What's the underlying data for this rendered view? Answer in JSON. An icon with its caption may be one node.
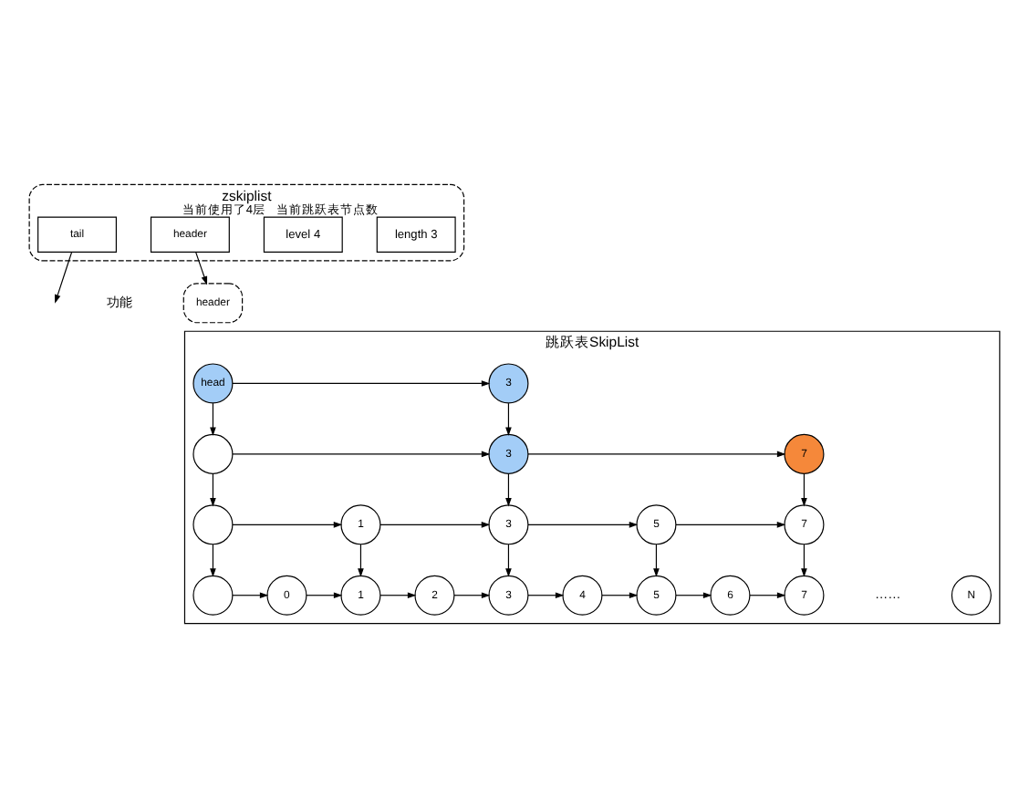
{
  "diagram": {
    "nodes": [
      {
        "text": [
          "zskiplist"
        ]
      },
      {
        "text": [
          "header"
        ],
        "in": 0
      },
      {
        "text": [
          "level 4"
        ],
        "in": 0,
        "beside": [
          "当前使用了4层"
        ]
      },
      {
        "text": [
          "length 3"
        ],
        "in": 0,
        "beside": [
          "当前跳跃表节点数"
        ]
      },
      {
        "text": [
          "tail"
        ],
        "in": 0
      },
      {
        "text": [
          "header"
        ]
      },
      {
        "text": [
          "跳跃表SkipList"
        ]
      },
      {
        "text": [
          "head"
        ],
        "in": 6
      },
      {
        "text": [
          "3"
        ],
        "in": 6
      },
      {
        "text": [],
        "shape": "circle",
        "in": 6
      },
      {
        "text": [
          "3"
        ],
        "in": 6
      },
      {
        "text": [
          "7"
        ],
        "in": 6
      },
      {
        "text": [],
        "shape": "circle",
        "in": 6
      },
      {
        "text": [
          "1"
        ],
        "in": 6
      },
      {
        "text": [
          "3"
        ],
        "in": 6
      },
      {
        "text": [
          "5"
        ],
        "in": 6
      },
      {
        "text": [
          "7"
        ],
        "in": 6
      },
      {
        "text": [],
        "shape": "circle",
        "in": 6
      },
      {
        "text": [
          "0"
        ],
        "in": 6
      },
      {
        "text": [
          "1"
        ],
        "in": 6
      },
      {
        "text": [
          "2"
        ],
        "in": 6
      },
      {
        "text": [
          "3"
        ],
        "in": 6
      },
      {
        "text": [
          "4"
        ],
        "in": 6
      },
      {
        "text": [
          "5"
        ],
        "in": 6
      },
      {
        "text": [
          "6"
        ],
        "in": 6
      },
      {
        "text": [
          "7"
        ],
        "in": 6
      },
      {
        "text": [
          "N"
        ],
        "in": 6
      }
    ],
    "edges": [
      {
        "from": 1,
        "to": 5,
        "arrow": "to"
      },
      {
        "from": 4,
        "to": null,
        "arrow": "to"
      },
      {
        "from": 7,
        "to": 8,
        "arrow": "to"
      },
      {
        "from": 7,
        "to": 9,
        "arrow": "to"
      },
      {
        "from": 8,
        "to": 10,
        "arrow": "to"
      },
      {
        "from": 9,
        "to": 10,
        "arrow": "to"
      },
      {
        "from": 10,
        "to": 11,
        "arrow": "to"
      },
      {
        "from": 9,
        "to": 12,
        "arrow": "to"
      },
      {
        "from": 10,
        "to": 14,
        "arrow": "to"
      },
      {
        "from": 11,
        "to": 16,
        "arrow": "to"
      },
      {
        "from": 12,
        "to": 13,
        "arrow": "to"
      },
      {
        "from": 13,
        "to": 14,
        "arrow": "to"
      },
      {
        "from": 14,
        "to": 15,
        "arrow": "to"
      },
      {
        "from": 15,
        "to": 16,
        "arrow": "to"
      },
      {
        "from": 12,
        "to": 17,
        "arrow": "to"
      },
      {
        "from": 13,
        "to": 19,
        "arrow": "to"
      },
      {
        "from": 14,
        "to": 21,
        "arrow": "to"
      },
      {
        "from": 15,
        "to": 23,
        "arrow": "to"
      },
      {
        "from": 16,
        "to": 25,
        "arrow": "to"
      },
      {
        "from": 17,
        "to": 18,
        "arrow": "to"
      },
      {
        "from": 18,
        "to": 19,
        "arrow": "to"
      },
      {
        "from": 19,
        "to": 20,
        "arrow": "to"
      },
      {
        "from": 20,
        "to": 21,
        "arrow": "to"
      },
      {
        "from": 21,
        "to": 22,
        "arrow": "to"
      },
      {
        "from": 22,
        "to": 23,
        "arrow": "to"
      },
      {
        "from": 23,
        "to": 24,
        "arrow": "to"
      },
      {
        "from": 24,
        "to": 25,
        "arrow": "to"
      }
    ],
    "labels": [
      "功能",
      "……"
    ]
  }
}
